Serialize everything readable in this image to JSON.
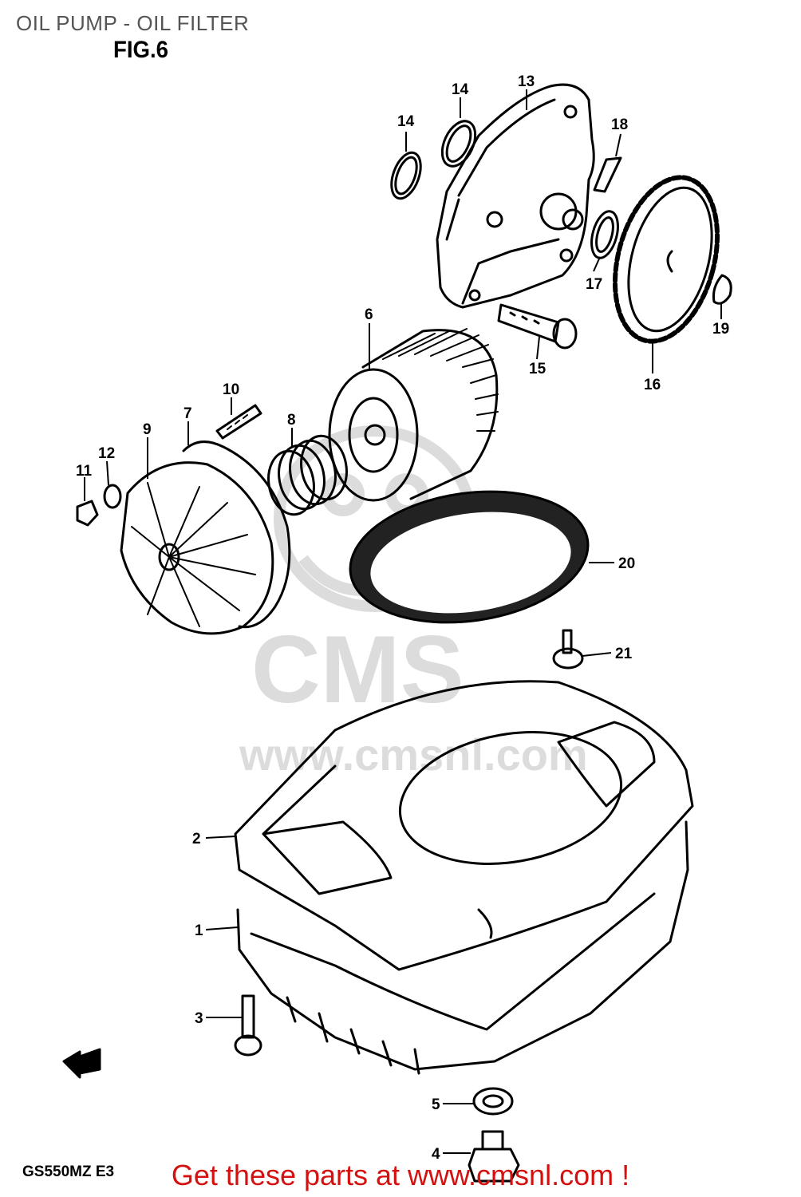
{
  "title": "OIL PUMP - OIL FILTER",
  "figure_label": "FIG.6",
  "model_code": "GS550MZ E3",
  "watermark": {
    "logo_text": "CMS",
    "site_text": "www.cmsnl.com"
  },
  "cta": "Get these parts at www.cmsnl.com !",
  "callouts": {
    "c1": "1",
    "c2": "2",
    "c3": "3",
    "c4": "4",
    "c5": "5",
    "c6": "6",
    "c7": "7",
    "c8": "8",
    "c9": "9",
    "c10": "10",
    "c11": "11",
    "c12": "12",
    "c13": "13",
    "c14a": "14",
    "c14b": "14",
    "c15": "15",
    "c16": "16",
    "c17": "17",
    "c18": "18",
    "c19": "19",
    "c20": "20",
    "c21": "21"
  },
  "colors": {
    "title": "#555555",
    "cta": "#d41111",
    "line": "#000000",
    "watermark": "#d9d9d9"
  }
}
